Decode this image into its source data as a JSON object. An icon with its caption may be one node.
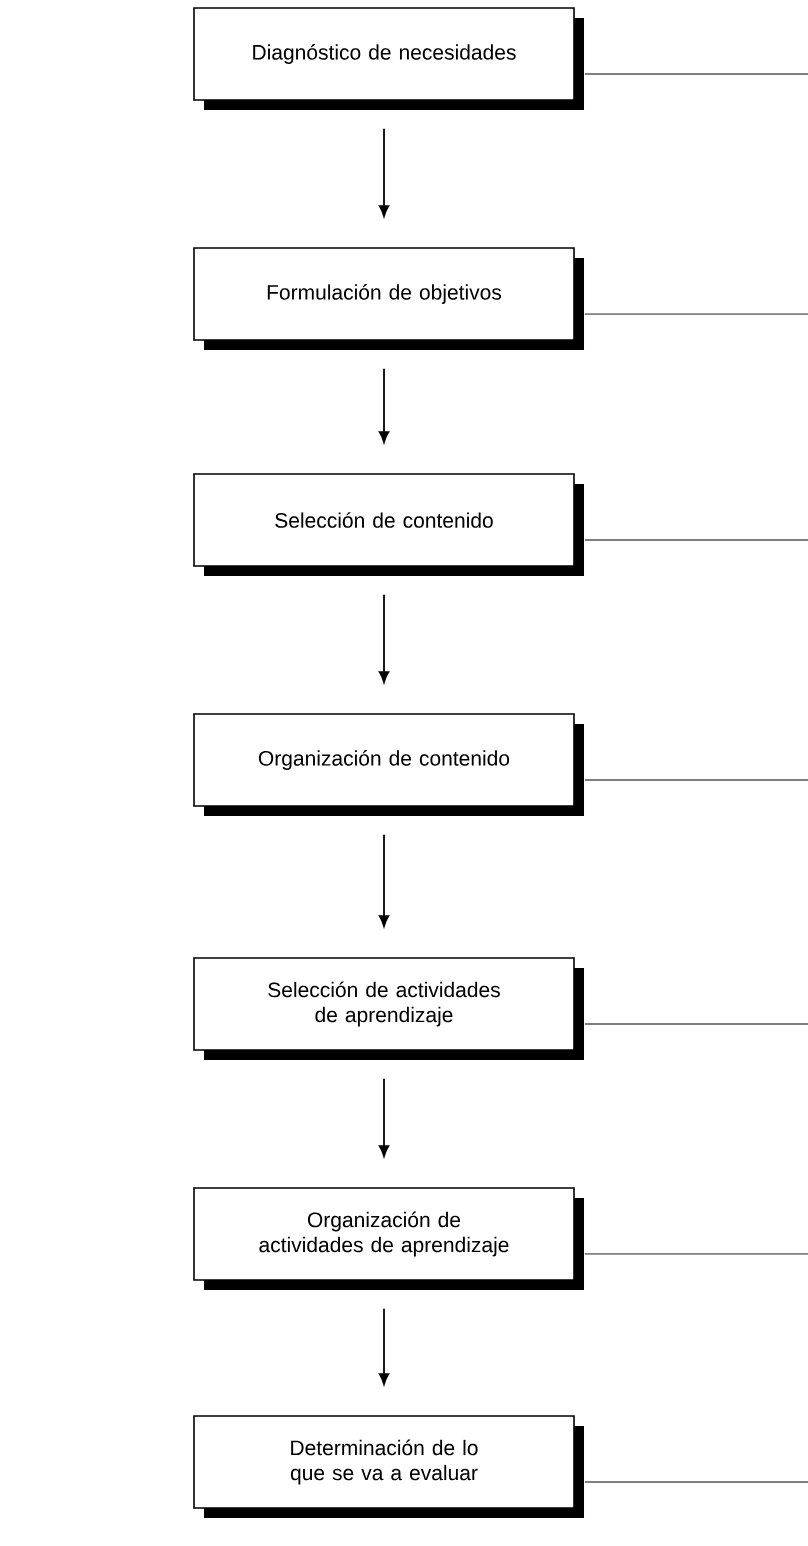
{
  "diagram": {
    "nodes": [
      {
        "text": [
          "Diagnóstico de necesidades"
        ]
      },
      {
        "text": [
          "Formulación de objetivos"
        ]
      },
      {
        "text": [
          "Selección de contenido"
        ]
      },
      {
        "text": [
          "Organización de contenido"
        ]
      },
      {
        "text": [
          "Selección de actividades de aprendizaje"
        ]
      },
      {
        "text": [
          "Organización de actividades de aprendizaje"
        ]
      },
      {
        "text": [
          "Determinación de lo que se va a evaluar"
        ]
      }
    ],
    "edges": [
      {
        "from": 0,
        "to": 1,
        "arrow": "to"
      },
      {
        "from": 1,
        "to": 2,
        "arrow": "to"
      },
      {
        "from": 2,
        "to": 3,
        "arrow": "to"
      },
      {
        "from": 3,
        "to": 4,
        "arrow": "to"
      },
      {
        "from": 4,
        "to": 5,
        "arrow": "to"
      },
      {
        "from": 5,
        "to": 6,
        "arrow": "to"
      },
      {
        "from": 0,
        "to": null,
        "arrow": "none"
      },
      {
        "from": 1,
        "to": null,
        "arrow": "none"
      },
      {
        "from": 2,
        "to": null,
        "arrow": "none"
      },
      {
        "from": 3,
        "to": null,
        "arrow": "none"
      },
      {
        "from": 4,
        "to": null,
        "arrow": "none"
      },
      {
        "from": 5,
        "to": null,
        "arrow": "none"
      },
      {
        "from": 6,
        "to": null,
        "arrow": "none"
      }
    ]
  }
}
